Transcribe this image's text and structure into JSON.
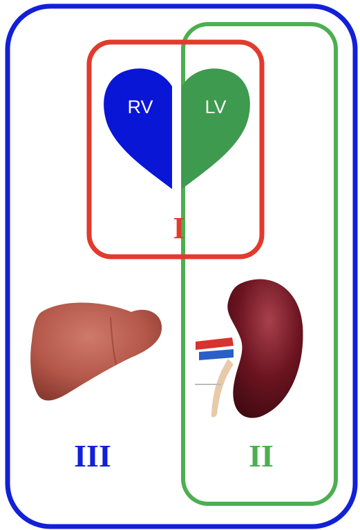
{
  "diagram": {
    "heart": {
      "right_ventricle_label": "RV",
      "left_ventricle_label": "LV"
    },
    "group_labels": {
      "group_1": "I",
      "group_2": "II",
      "group_3": "III"
    },
    "organs": [
      "heart-icon",
      "liver-icon",
      "kidney-icon"
    ],
    "colors": {
      "outer_frame": "#1220d8",
      "heart_group_frame": "#e23a2c",
      "kidney_group_frame": "#4caf50",
      "right_ventricle": "#0a16d6",
      "left_ventricle": "#3e9a4e",
      "liver": "#b4584a",
      "kidney": "#6b1420"
    }
  }
}
